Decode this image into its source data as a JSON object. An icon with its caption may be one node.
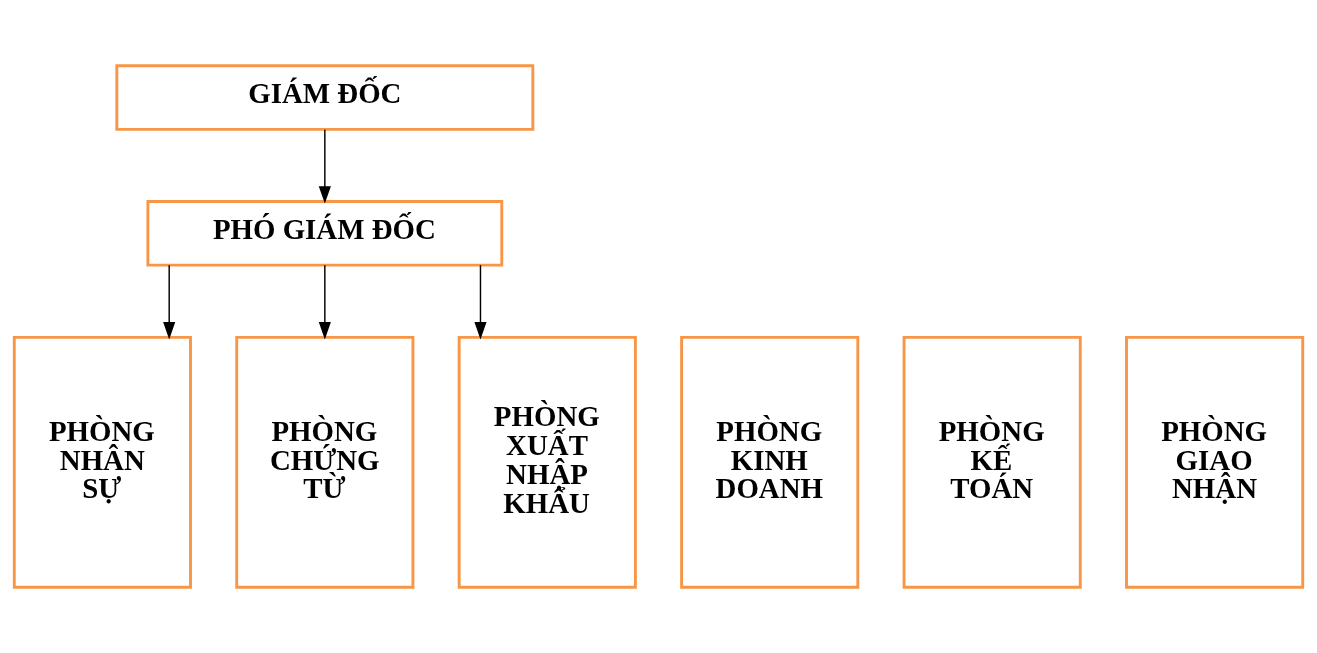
{
  "diagram": {
    "nodes": [
      {
        "text": [
          "GIÁM ĐỐC"
        ]
      },
      {
        "text": [
          "PHÓ GIÁM ĐỐC"
        ]
      },
      {
        "text": [
          "PHÒNG NHÂN SỰ"
        ]
      },
      {
        "text": [
          "PHÒNG KINH DOANH"
        ]
      },
      {
        "text": [
          "PHÒNG KẾ TOÁN"
        ]
      },
      {
        "text": [
          "PHÒNG CHỨNG TỪ"
        ]
      },
      {
        "text": [
          "PHÒNG GIAO NHẬN"
        ]
      },
      {
        "text": [
          "PHÒNG XUẤT NHẬP KHẨU"
        ]
      }
    ],
    "edges": [
      {
        "from": 0,
        "to": 1,
        "arrow": "to"
      },
      {
        "from": 1,
        "to": 2,
        "arrow": "to"
      },
      {
        "from": 1,
        "to": 5,
        "arrow": "to"
      },
      {
        "from": 1,
        "to": 7,
        "arrow": "to"
      }
    ]
  }
}
